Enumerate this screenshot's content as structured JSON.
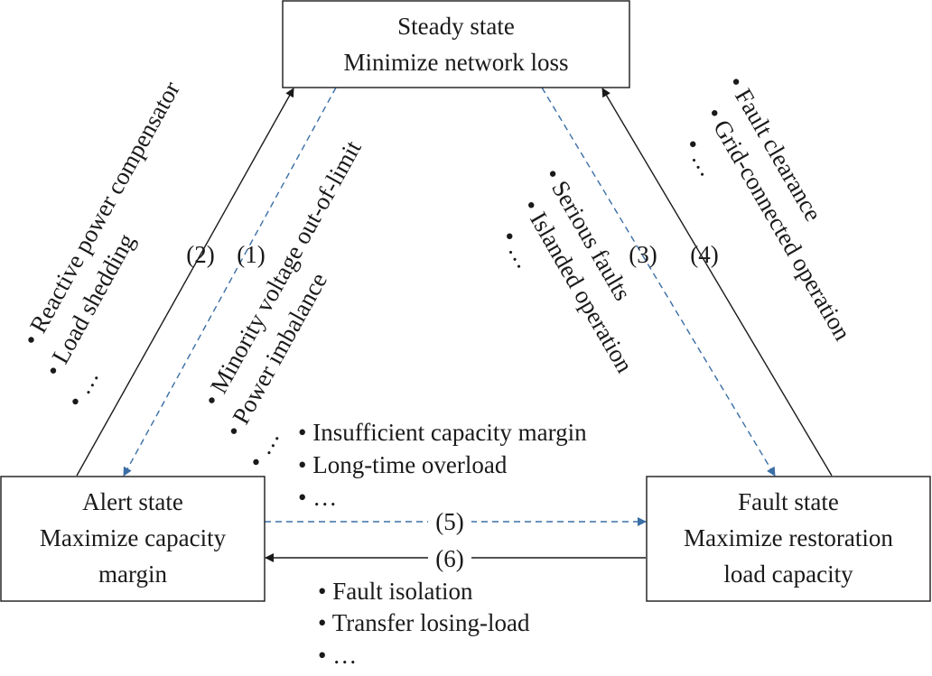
{
  "colors": {
    "dashed": "#3a6ea5",
    "solid": "#1a1a1a"
  },
  "states": {
    "steady": {
      "line1": "Steady state",
      "line2": "Minimize network loss"
    },
    "alert": {
      "line1": "Alert state",
      "line2": "Maximize capacity",
      "line3": "margin"
    },
    "fault": {
      "line1": "Fault state",
      "line2": "Maximize restoration",
      "line3": "load capacity"
    }
  },
  "transitions": {
    "t1": "(1)",
    "t2": "(2)",
    "t3": "(3)",
    "t4": "(4)",
    "t5": "(5)",
    "t6": "(6)"
  },
  "lists": {
    "t2": [
      "Reactive power compensator",
      "Load shedding",
      "…"
    ],
    "t1": [
      "Minority voltage out-of-limit",
      "Power imbalance",
      "…"
    ],
    "t3": [
      "Serious faults",
      "Islanded operation",
      "…"
    ],
    "t4": [
      "Fault clearance",
      "Grid-connected operation",
      "…"
    ],
    "t5": [
      "Insufficient capacity margin",
      "Long-time overload",
      "…"
    ],
    "t6": [
      "Fault isolation",
      "Transfer losing-load",
      "…"
    ]
  }
}
